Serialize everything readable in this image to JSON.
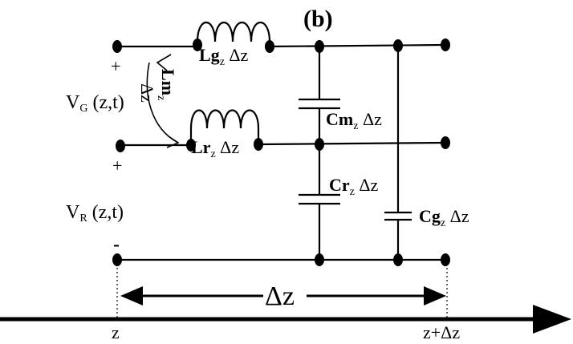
{
  "title": "(b)",
  "labels": {
    "lg_main": "Lg",
    "lg_sub": "z",
    "lg_tail": " Δz",
    "lr_main": "Lr",
    "lr_sub": "z",
    "lr_tail": " Δz",
    "lm_main": "Lm",
    "lm_sub": "z",
    "lm_dz": "Δz",
    "cm_main": "Cm",
    "cm_sub": "z",
    "cm_tail": " Δz",
    "cr_main": "Cr",
    "cr_sub": "z",
    "cr_tail": " Δz",
    "cg_main": "Cg",
    "cg_sub": "z",
    "cg_tail": " Δz",
    "vg_main": "V",
    "vg_sub": "G",
    "vg_tail": " (z,t)",
    "vr_main": "V",
    "vr_sub": "R",
    "vr_tail": " (z,t)",
    "plus_top": "+",
    "plus_mid": "+",
    "minus": "-",
    "dz_span": "Δz",
    "axis_z": "z",
    "axis_zdz": "z+Δz"
  }
}
